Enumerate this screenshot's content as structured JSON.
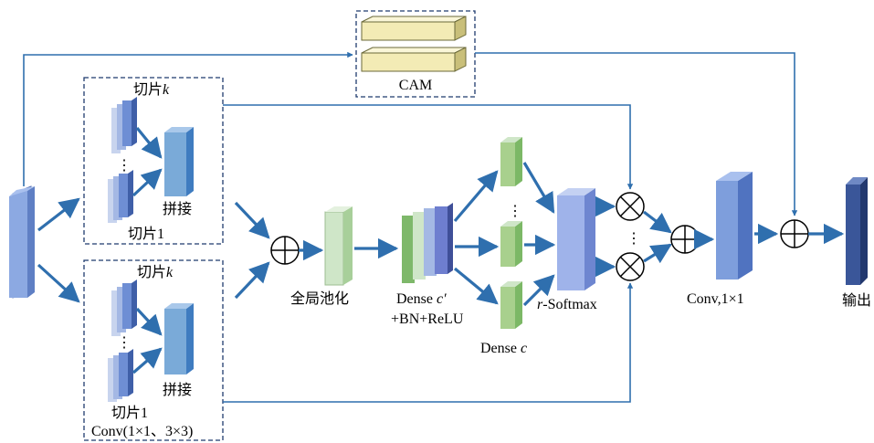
{
  "labels": {
    "cam": "CAM",
    "slice_k_top": "切片",
    "slice_k_var": "k",
    "slice_1_top": "切片1",
    "concat_top": "拼接",
    "slice_k_bottom": "切片",
    "slice_k_var2": "k",
    "slice_1_bottom": "切片1",
    "concat_bottom": "拼接",
    "conv_group": "Conv(1×1、3×3)",
    "global_pool": "全局池化",
    "dense_cprime": "Dense",
    "dense_cprime_var": "c′",
    "bn_relu": "+BN+ReLU",
    "dense_c": "Dense",
    "dense_c_var": "c",
    "softmax_r": "r",
    "softmax_rest": "-Softmax",
    "conv11": "Conv,1×1",
    "output": "输出",
    "dots": "⋮"
  },
  "colors": {
    "arrow": "#2f6fae",
    "box_border": "#1f3b6e",
    "block_blue": "#6f8fd0",
    "block_dark": "#2e4a8e",
    "block_green": "#a8d08d",
    "block_light_green": "#cfe6c8",
    "cam_block": "#f5eebe"
  }
}
